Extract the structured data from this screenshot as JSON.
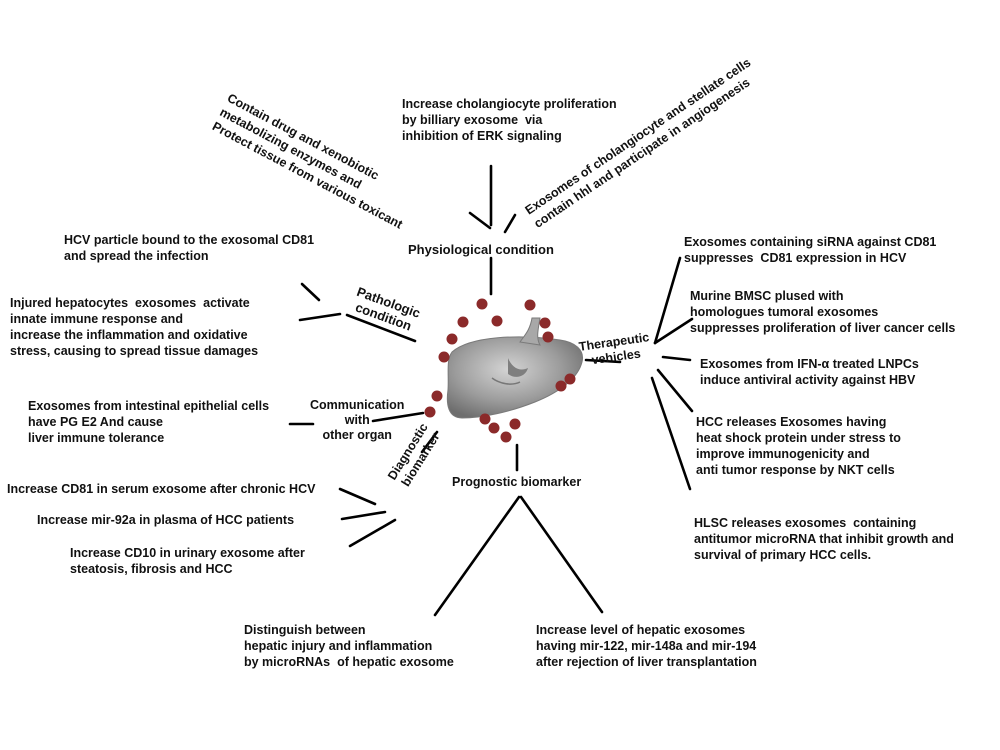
{
  "hubs": {
    "physiological": "Physiological condition",
    "pathologic": "Pathologic\ncondition",
    "therapeutic": "Therapeutic\nvehicles",
    "communication": "Communication\nwith\nother organ",
    "diagnostic": "Diagnostic\nbiomarker",
    "prognostic": "Prognostic biomarker"
  },
  "physiological_items": [
    "Contain drug and xenobiotic\nmetabolizing enzymes and\nProtect tissue from various toxicant",
    "Increase cholangiocyte proliferation\nby billiary exosome  via\ninhibition of ERK signaling",
    "Exosomes of cholangiocyte and stellate cells\ncontain hhl and participate in angiogenesis"
  ],
  "pathologic_items": [
    "HCV particle bound to the exosomal CD81\nand spread the infection",
    "Injured hepatocytes  exosomes  activate\ninnate immune response and\nincrease the inflammation and oxidative\nstress, causing to spread tissue damages"
  ],
  "communication_items": [
    "Exosomes from intestinal epithelial cells\nhave PG E2 And cause\nliver immune tolerance"
  ],
  "diagnostic_items": [
    "Increase CD81 in serum exosome after chronic HCV",
    "Increase mir-92a in plasma of HCC patients",
    "Increase CD10 in urinary exosome after\nsteatosis, fibrosis and HCC"
  ],
  "prognostic_items": [
    "Distinguish between\nhepatic injury and inflammation\nby microRNAs  of hepatic exosome",
    "Increase level of hepatic exosomes\nhaving mir-122, mir-148a and mir-194\nafter rejection of liver transplantation"
  ],
  "therapeutic_items": [
    "Exosomes containing siRNA against CD81\nsuppresses  CD81 expression in HCV",
    "Murine BMSC plused with\nhomologues tumoral exosomes\nsuppresses proliferation of liver cancer cells",
    "Exosomes from IFN-α treated LNPCs\ninduce antiviral activity against HBV",
    "HCC releases Exosomes having\nheat shock protein under stress to\nimprove immunogenicity and\nanti tumor response by NKT cells",
    "HLSC releases exosomes  containing\nantitumor microRNA that inhibit growth and\nsurvival of primary HCC cells."
  ],
  "colors": {
    "exosome_dot": "#8b2a2a",
    "liver": "#9a9a9a",
    "line": "#000000"
  }
}
